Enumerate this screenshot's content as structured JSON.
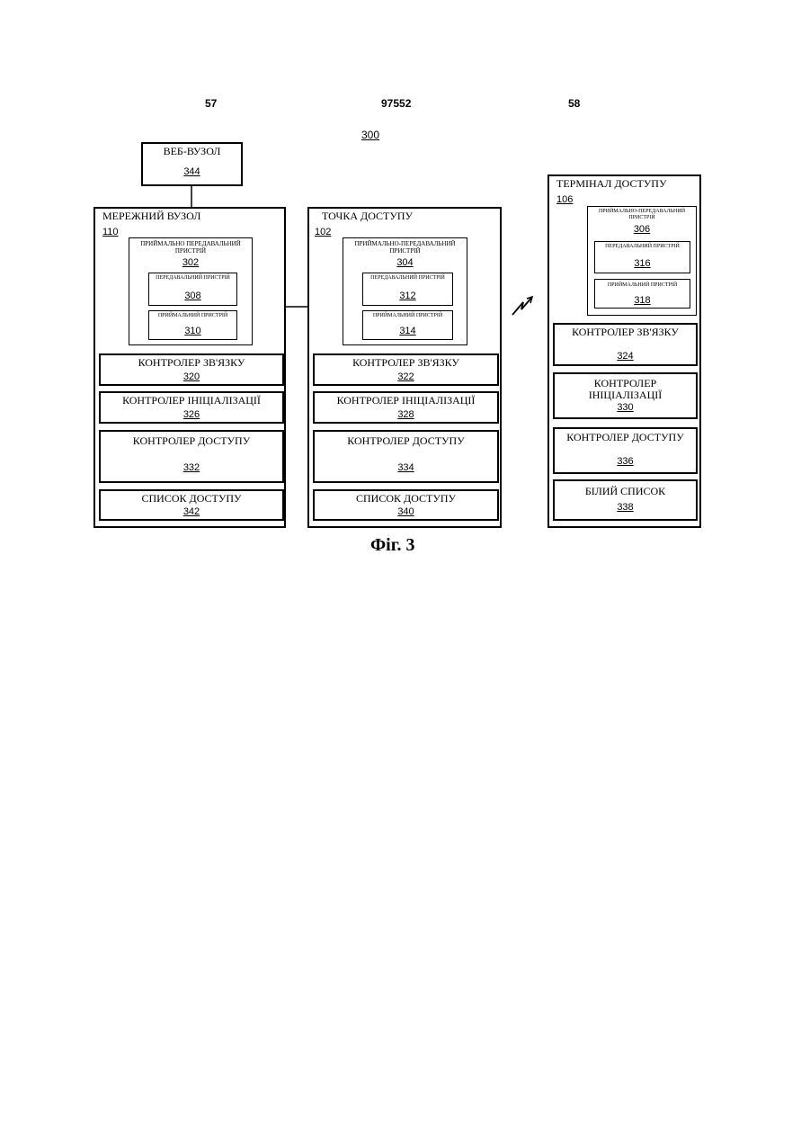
{
  "header": {
    "page_left": "57",
    "patent_no": "97552",
    "page_right": "58"
  },
  "figure_ref": "300",
  "caption": "Фіг. 3",
  "web_node": {
    "title": "ВЕБ-ВУЗОЛ",
    "ref": "344"
  },
  "network_node": {
    "title": "МЕРЕЖНИЙ ВУЗОЛ",
    "ref": "110",
    "transceiver": {
      "title": "ПРИЙМАЛЬНО ПЕРЕДАВАЛЬНИЙ ПРИСТРІЙ",
      "ref": "302",
      "tx": {
        "title": "ПЕРЕДАВАЛЬНИЙ ПРИСТРІЙ",
        "ref": "308"
      },
      "rx": {
        "title": "ПРИЙМАЛЬНИЙ ПРИСТРІЙ",
        "ref": "310"
      }
    },
    "comm_ctrl": {
      "title": "КОНТРОЛЕР ЗВ'ЯЗКУ",
      "ref": "320"
    },
    "init_ctrl": {
      "title": "КОНТРОЛЕР ІНІЦІАЛІЗАЦІЇ",
      "ref": "326"
    },
    "access_ctrl": {
      "title": "КОНТРОЛЕР ДОСТУПУ",
      "ref": "332"
    },
    "access_list": {
      "title": "СПИСОК ДОСТУПУ",
      "ref": "342"
    }
  },
  "access_point": {
    "title": "ТОЧКА ДОСТУПУ",
    "ref": "102",
    "transceiver": {
      "title": "ПРИЙМАЛЬНО-ПЕРЕДАВАЛЬНИЙ ПРИСТРІЙ",
      "ref": "304",
      "tx": {
        "title": "ПЕРЕДАВАЛЬНИЙ ПРИСТРІЙ",
        "ref": "312"
      },
      "rx": {
        "title": "ПРИЙМАЛЬНИЙ ПРИСТРІЙ",
        "ref": "314"
      }
    },
    "comm_ctrl": {
      "title": "КОНТРОЛЕР ЗВ'ЯЗКУ",
      "ref": "322"
    },
    "init_ctrl": {
      "title": "КОНТРОЛЕР ІНІЦІАЛІЗАЦІЇ",
      "ref": "328"
    },
    "access_ctrl": {
      "title": "КОНТРОЛЕР ДОСТУПУ",
      "ref": "334"
    },
    "access_list": {
      "title": "СПИСОК ДОСТУПУ",
      "ref": "340"
    }
  },
  "terminal": {
    "title": "ТЕРМІНАЛ ДОСТУПУ",
    "ref": "106",
    "transceiver": {
      "title": "ПРИЙМАЛЬНО-ПЕРЕДАВАЛЬНИЙ ПРИСТРІЙ",
      "ref": "306",
      "tx": {
        "title": "ПЕРЕДАВАЛЬНИЙ ПРИСТРІЙ",
        "ref": "316"
      },
      "rx": {
        "title": "ПРИЙМАЛЬНИЙ ПРИСТРІЙ",
        "ref": "318"
      }
    },
    "comm_ctrl": {
      "title": "КОНТРОЛЕР ЗВ'ЯЗКУ",
      "ref": "324"
    },
    "init_ctrl": {
      "title": "КОНТРОЛЕР ІНІЦІАЛІЗАЦІЇ",
      "ref": "330"
    },
    "access_ctrl": {
      "title": "КОНТРОЛЕР ДОСТУПУ",
      "ref": "336"
    },
    "white_list": {
      "title": "БІЛИЙ СПИСОК",
      "ref": "338"
    }
  }
}
